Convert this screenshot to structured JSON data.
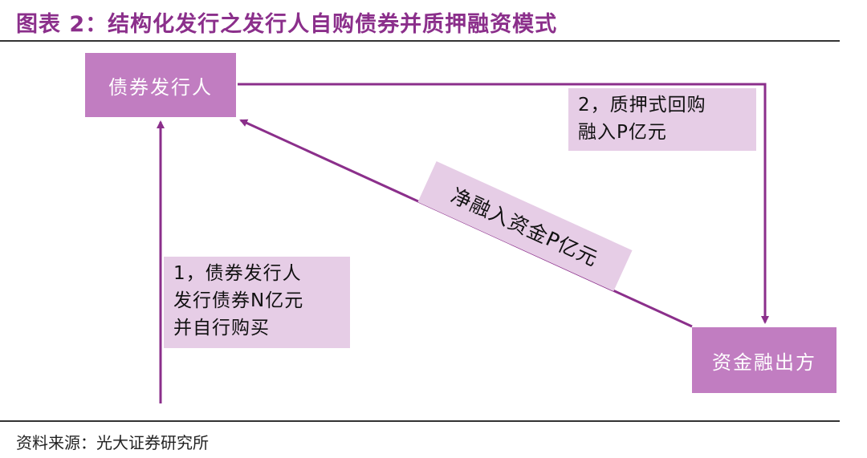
{
  "title": "图表 2：结构化发行之发行人自购债券并质押融资模式",
  "source": "资料来源：光大证券研究所",
  "nodes": {
    "issuer": "债券发行人",
    "lender": "资金融出方"
  },
  "labels": {
    "step1": [
      "1，债券发行人",
      "发行债券N亿元",
      "并自行购买"
    ],
    "step2": [
      "2，质押式回购",
      "融入P亿元"
    ],
    "net": "净融入资金P亿元"
  },
  "colors": {
    "accent": "#8b2f8b",
    "node_fill": "#c17dc1",
    "label_fill": "#e6cde6"
  }
}
